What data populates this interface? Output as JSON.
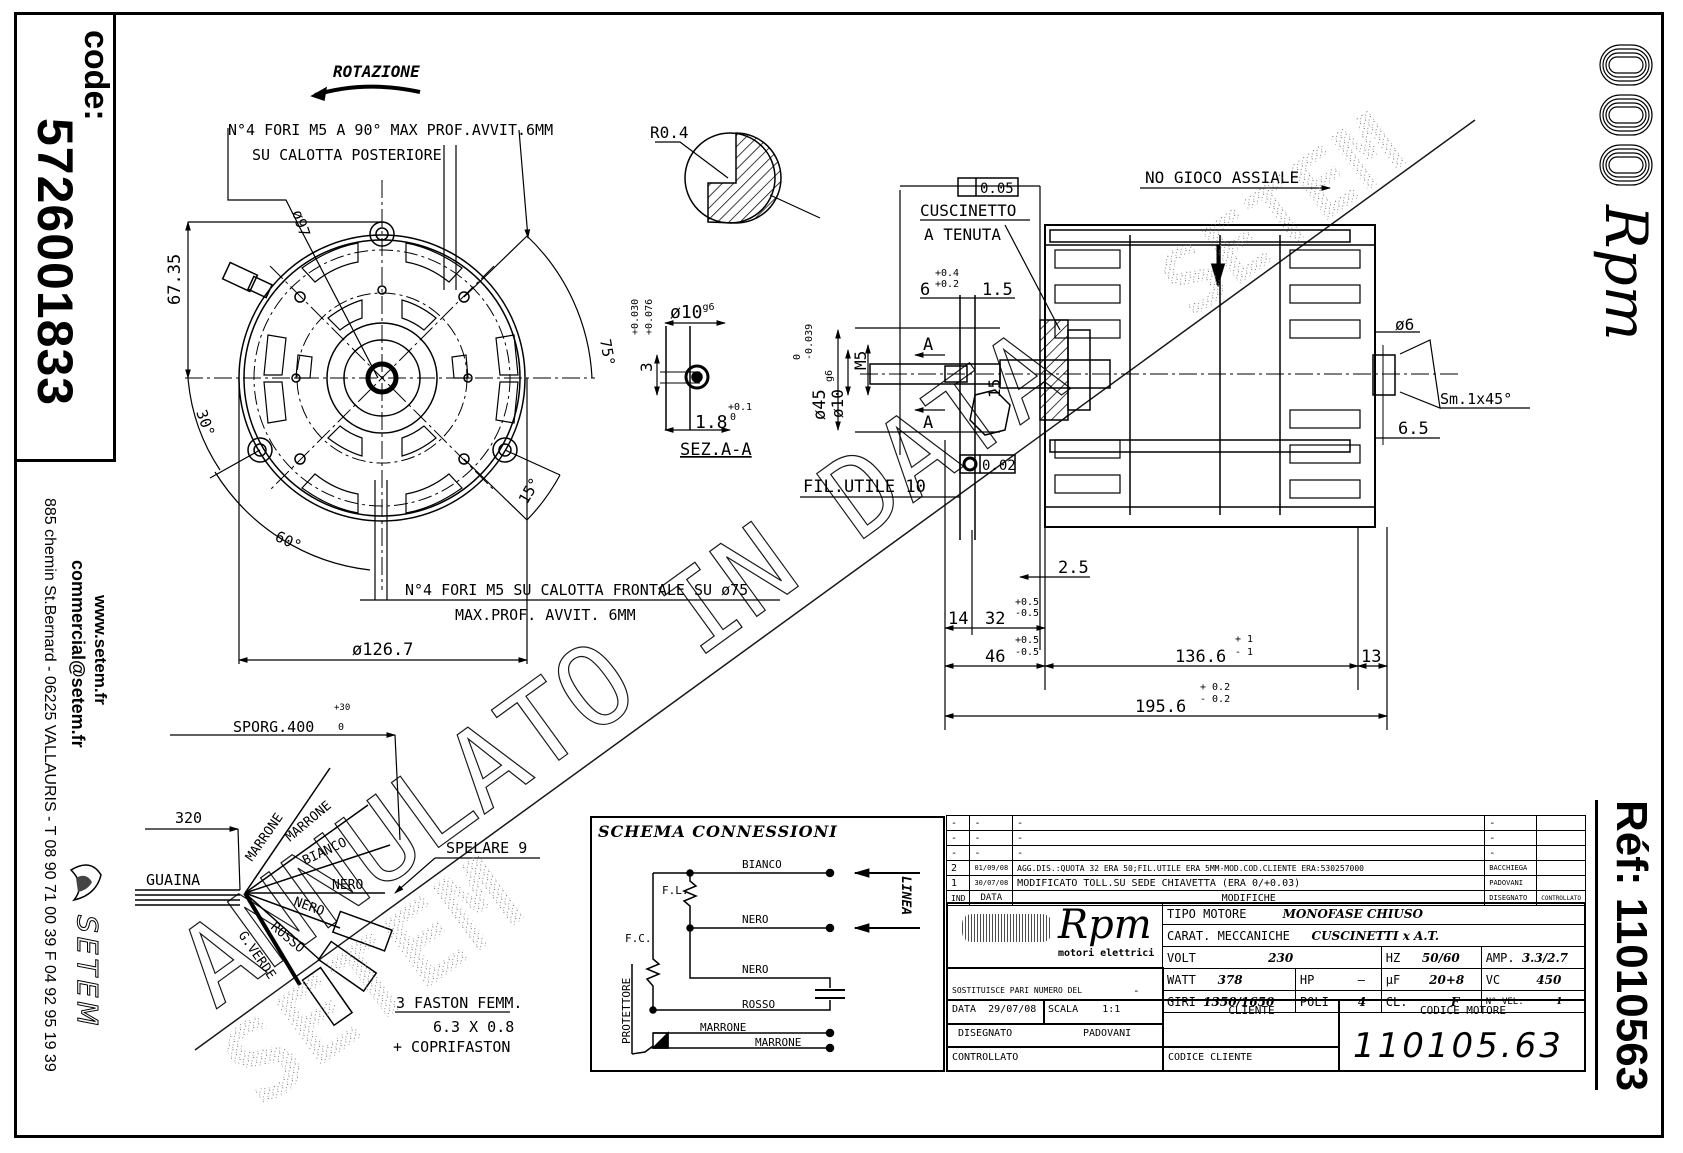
{
  "sidebar": {
    "code_label": "code:",
    "code_number": "5726001833",
    "website": "www.setem.fr",
    "email": "commercial@setem.fr",
    "address": "885 chemin St.Bernard  -  06225 VALLAURIS  -  T 08 90 71 00 39   F 04 92 95 19 39",
    "brand": "SETEM"
  },
  "right_column": {
    "logo_text": "Rpm",
    "ref_label": "Réf:",
    "ref_number": "11010563"
  },
  "watermark": {
    "text": "ANNULATO IN DATA",
    "brand": "SETEM"
  },
  "front_view": {
    "rotation_label": "ROTAZIONE",
    "rear_holes_line1": "N°4 FORI M5 A 90° MAX PROF.AVVIT.6MM",
    "rear_holes_line2": "SU CALOTTA POSTERIORE",
    "dia_97": "ø97",
    "dim_67_35": "67.35",
    "angle_75": "75°",
    "angle_30": "30°",
    "angle_60": "60°",
    "angle_15": "15°",
    "front_holes_line1": "N°4 FORI M5 SU CALOTTA FRONTALE SU ø75",
    "front_holes_line2": "MAX.PROF. AVVIT. 6MM",
    "dia_126_7": "ø126.7"
  },
  "detail": {
    "radius": "R0.4",
    "sez_label": "SEZ.A-A",
    "dia10": "ø10",
    "dia10_tol": "g6",
    "tol_upper": "+0.030",
    "tol_lower": "+0.076",
    "dim_3": "3",
    "dim_1_8": "1.8",
    "dim_1_8_tol_up": "+0.1",
    "dim_1_8_tol_low": "0"
  },
  "side_view": {
    "flatness": "0.05",
    "bearing_line1": "CUSCINETTO",
    "bearing_line2": "A TENUTA",
    "no_play": "NO GIOCO ASSIALE",
    "dim_6": "6",
    "dim_6_tol_up": "+0.4",
    "dim_6_tol_low": "+0.2",
    "dim_1_5": "1.5",
    "dia45": "ø45",
    "dia45_tol_up": "0",
    "dia45_tol_low": "-0.039",
    "m5": "M5",
    "dia10": "ø10",
    "dia10_tol": "g6",
    "section_a": "A",
    "dim_15": "15",
    "concentricity": "0.02",
    "thread_length": "FIL.UTILE 10",
    "dia6": "ø6",
    "chamfer": "Sm.1x45°",
    "dim_6_5": "6.5",
    "dim_2_5": "2.5",
    "dim_14": "14",
    "dim_32": "32",
    "dim_32_tol_up": "+0.5",
    "dim_32_tol_low": "-0.5",
    "dim_46": "46",
    "dim_46_tol_up": "+0.5",
    "dim_46_tol_low": "-0.5",
    "dim_136_6": "136.6",
    "dim_136_6_tol_up": "+ 1",
    "dim_136_6_tol_low": "- 1",
    "dim_13": "13",
    "dim_195_6": "195.6",
    "dim_195_6_tol_up": "+ 0.2",
    "dim_195_6_tol_low": "- 0.2"
  },
  "wires": {
    "sporg": "SPORG.400",
    "sporg_tol": "+30",
    "sporg_tol_low": "0",
    "dim_320": "320",
    "guaina": "GUAINA",
    "spelare": "SPELARE 9",
    "colors": [
      "MARRONE",
      "MARRONE",
      "BIANCO",
      "NERO",
      "NERO",
      "ROSSO",
      "G.VERDE"
    ],
    "faston_line1": "3 FASTON FEMM.",
    "faston_line2": "6.3 X 0.8",
    "faston_line3": "+ COPRIFASTON"
  },
  "schema": {
    "title": "SCHEMA CONNESSIONI",
    "bianco": "BIANCO",
    "nero1": "NERO",
    "nero2": "NERO",
    "rosso": "ROSSO",
    "marrone1": "MARRONE",
    "marrone2": "MARRONE",
    "fl": "F.L.",
    "fc": "F.C.",
    "protettore": "PROTETTORE",
    "linea": "LINEA"
  },
  "revisions": {
    "rows": [
      {
        "ind": "-",
        "data": "-",
        "modifiche": "-",
        "disegnato": "-",
        "controllato": ""
      },
      {
        "ind": "-",
        "data": "-",
        "modifiche": "-",
        "disegnato": "-",
        "controllato": ""
      },
      {
        "ind": "-",
        "data": "-",
        "modifiche": "-",
        "disegnato": "-",
        "controllato": ""
      },
      {
        "ind": "2",
        "data": "01/09/08",
        "modifiche": "AGG.DIS.:QUOTA 32 ERA 50;FIL.UTILE ERA 5MM-MOD.COD.CLIENTE ERA:530257000",
        "disegnato": "BACCHIEGA",
        "controllato": ""
      },
      {
        "ind": "1",
        "data": "30/07/08",
        "modifiche": "MODIFICATO TOLL.SU SEDE CHIAVETTA (ERA 0/+0.03)",
        "disegnato": "PADOVANI",
        "controllato": ""
      }
    ],
    "headers": {
      "ind": "IND",
      "data": "DATA",
      "modifiche": "MODIFICHE",
      "disegnato": "DISEGNATO",
      "controllato": "CONTROLLATO"
    }
  },
  "title_block": {
    "logo_text": "Rpm",
    "logo_sub": "motori elettrici",
    "tipo_motore_label": "TIPO MOTORE",
    "tipo_motore": "MONOFASE CHIUSO",
    "carat_label": "CARAT. MECCANICHE",
    "carat": "CUSCINETTI x A.T.",
    "volt_label": "VOLT",
    "volt": "230",
    "hz_label": "HZ",
    "hz": "50/60",
    "amp_label": "AMP.",
    "amp": "3.3/2.7",
    "watt_label": "WATT",
    "watt": "378",
    "hp_label": "HP",
    "hp": "—",
    "uf_label": "µF",
    "uf": "20+8",
    "vc_label": "VC",
    "vc": "450",
    "giri_label": "GIRI",
    "giri": "1350/1650",
    "poli_label": "POLI",
    "poli": "4",
    "cl_label": "CL.",
    "cl": "F",
    "nvel_label": "N° VEL.",
    "nvel": "1",
    "sostituisce_label": "SOSTITUISCE PARI NUMERO DEL",
    "sostituisce": "-",
    "data_label": "DATA",
    "data": "29/07/08",
    "scala_label": "SCALA",
    "scala": "1:1",
    "disegnato_label": "DISEGNATO",
    "disegnato": "PADOVANI",
    "controllato_label": "CONTROLLATO",
    "cliente_label": "CLIENTE",
    "codice_cliente_label": "CODICE CLIENTE",
    "codice_motore_label": "CODICE MOTORE",
    "codice_motore": "110105.63"
  }
}
